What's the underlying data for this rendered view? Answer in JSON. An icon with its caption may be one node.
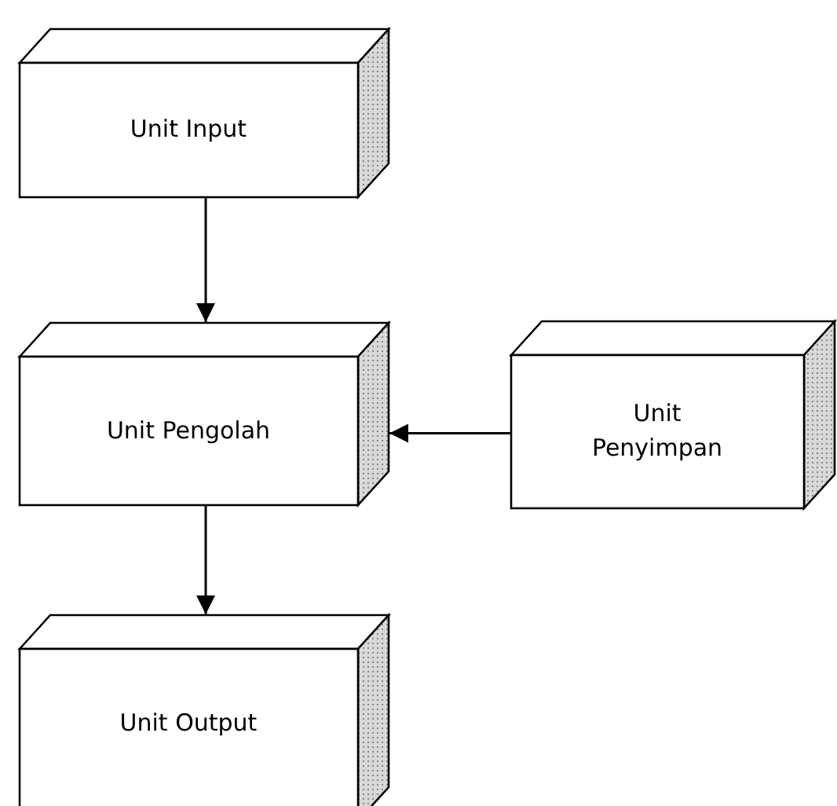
{
  "diagram": {
    "nodes": [
      {
        "text": [
          "Unit Input"
        ]
      },
      {
        "text": [
          "Unit Pengolah"
        ]
      },
      {
        "text": [
          "Unit Penyimpan"
        ]
      },
      {
        "text": [
          "Unit Output"
        ]
      }
    ],
    "edges": [
      {
        "from": 0,
        "to": 1,
        "arrow": "to"
      },
      {
        "from": 2,
        "to": 1,
        "arrow": "to"
      },
      {
        "from": 1,
        "to": 3,
        "arrow": "to"
      }
    ]
  }
}
